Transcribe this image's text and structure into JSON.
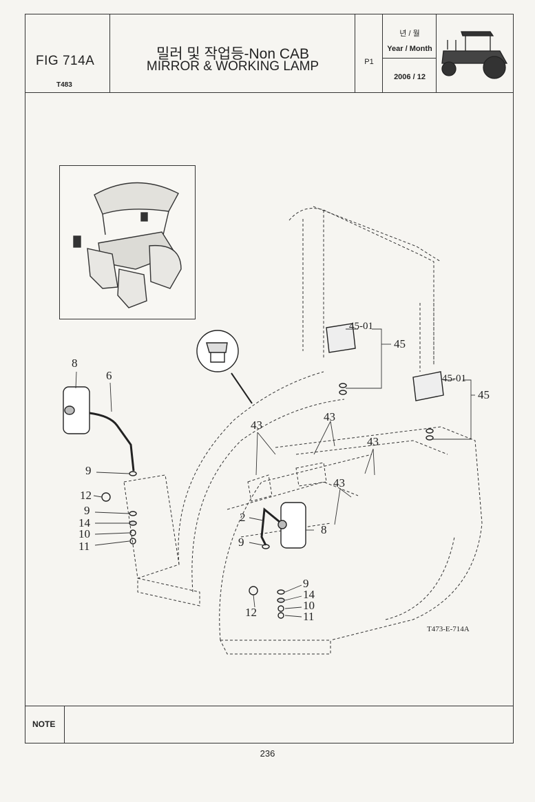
{
  "header": {
    "figure": "FIG 714A",
    "model": "T483",
    "title_korean": "밀러 및 작업등-Non CAB",
    "title_english": "MIRROR & WORKING LAMP",
    "page": "P1",
    "year_month_korean": "년 / 월",
    "year_month_label": "Year / Month",
    "date": "2006 / 12"
  },
  "diagram": {
    "callouts": [
      "45-01",
      "45",
      "45-01",
      "45",
      "43",
      "43",
      "43",
      "43",
      "8",
      "6",
      "9",
      "12",
      "9",
      "14",
      "10",
      "11",
      "2",
      "8",
      "9",
      "9",
      "14",
      "10",
      "12",
      "11"
    ],
    "reference": "T473-E-714A"
  },
  "note_label": "NOTE",
  "page_number": "236"
}
